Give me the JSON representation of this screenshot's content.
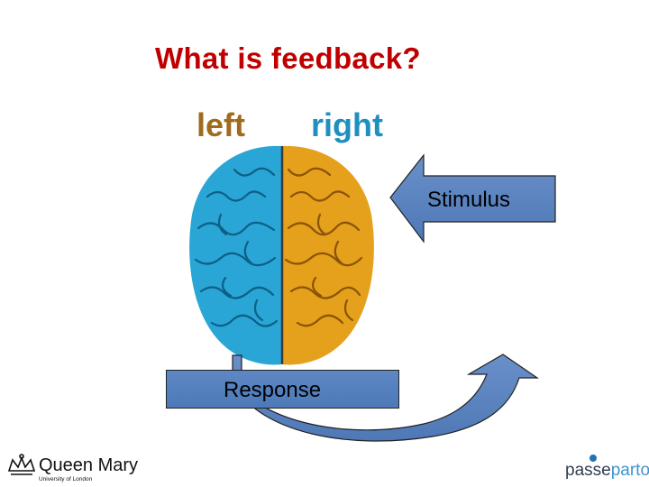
{
  "slide": {
    "title": "What is feedback?",
    "left_label": "left",
    "right_label": "right",
    "stimulus_label": "Stimulus",
    "response_label": "Response"
  },
  "footer": {
    "university_name": "Queen Mary",
    "university_sub": "University of London",
    "brand_part1": "passe",
    "brand_part2": "partout"
  },
  "icons": {
    "brain": "brain-illustration",
    "stimulus_arrow": "left-block-arrow",
    "response_arrow": "curved-up-arrow",
    "crown": "queen-mary-crown-icon"
  },
  "colors": {
    "title": "#c00000",
    "left_hemisphere": "#2aa6d6",
    "right_hemisphere": "#e5a01c",
    "arrow_fill": "#5b84c2"
  }
}
